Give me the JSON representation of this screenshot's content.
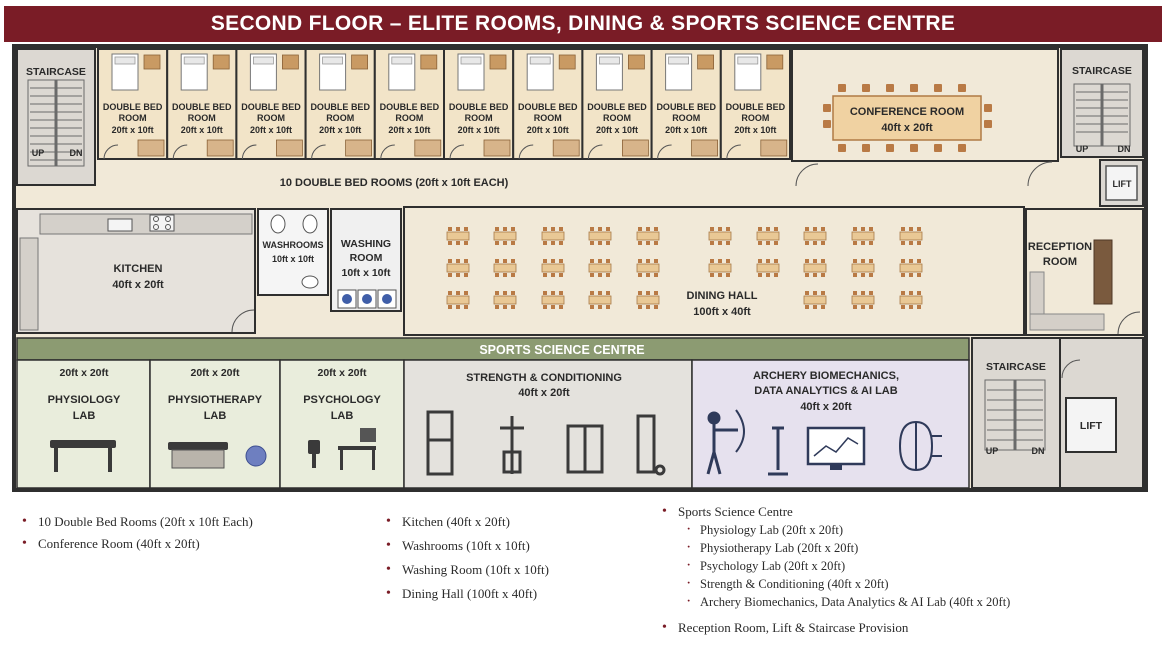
{
  "title": "SECOND FLOOR – ELITE ROOMS, DINING & SPORTS SCIENCE CENTRE",
  "bedroom": {
    "line1": "DOUBLE BED",
    "line2": "ROOM",
    "size": "20ft x 10ft",
    "count": 10
  },
  "corridor_label": "10 DOUBLE BED ROOMS (20ft x 10ft EACH)",
  "rooms": {
    "staircase_left": "STAIRCASE",
    "staircase_right": "STAIRCASE",
    "staircase_lower": "STAIRCASE",
    "up": "UP",
    "dn": "DN",
    "conference_name": "CONFERENCE ROOM",
    "conference_size": "40ft x 20ft",
    "lift": "LIFT",
    "kitchen_name": "KITCHEN",
    "kitchen_size": "40ft x 20ft",
    "washrooms_name": "WASHROOMS",
    "washrooms_size": "10ft x 10ft",
    "washing_line1": "WASHING",
    "washing_line2": "ROOM",
    "washing_size": "10ft x 10ft",
    "dining_name": "DINING HALL",
    "dining_size": "100ft x 40ft",
    "reception_line1": "RECEPTION",
    "reception_line2": "ROOM"
  },
  "sports": {
    "header": "SPORTS SCIENCE CENTRE",
    "physiology": {
      "size": "20ft x 20ft",
      "line1": "PHYSIOLOGY",
      "line2": "LAB"
    },
    "physiotherapy": {
      "size": "20ft x 20ft",
      "line1": "PHYSIOTHERAPY",
      "line2": "LAB"
    },
    "psychology": {
      "size": "20ft x 20ft",
      "line1": "PSYCHOLOGY",
      "line2": "LAB"
    },
    "strength": {
      "name": "STRENGTH & CONDITIONING",
      "size": "40ft x 20ft"
    },
    "archery": {
      "line1": "ARCHERY BIOMECHANICS,",
      "line2": "DATA ANALYTICS & AI LAB",
      "size": "40ft x 20ft"
    }
  },
  "legend": {
    "col1": [
      "10 Double Bed Rooms (20ft x 10ft Each)",
      "Conference Room (40ft x 20ft)"
    ],
    "col2": [
      "Kitchen (40ft x 20ft)",
      "Washrooms (10ft x 10ft)",
      "Washing Room (10ft x 10ft)",
      "Dining Hall (100ft x 40ft)"
    ],
    "col3_head": "Sports Science Centre",
    "col3_items": [
      "Physiology Lab (20ft x 20ft)",
      "Physiotherapy Lab (20ft x 20ft)",
      "Psychology Lab (20ft x 20ft)",
      "Strength & Conditioning (40ft x 20ft)",
      "Archery Biomechanics, Data Analytics & AI Lab (40ft x 20ft)"
    ],
    "col3_last": "Reception Room, Lift & Staircase Provision"
  },
  "colors": {
    "title_bg": "#7a1c26",
    "wall": "#2f2f2f",
    "floor": "#f1e9d8",
    "bedroom": "#f2e4c8",
    "stair": "#dcd8d2",
    "kitchen": "#e6e2dc",
    "sports_header": "#8c9b72",
    "lab_green": "#e9eddc",
    "strength_grey": "#e4e2dd",
    "archery_lavender": "#e6e1ee"
  }
}
